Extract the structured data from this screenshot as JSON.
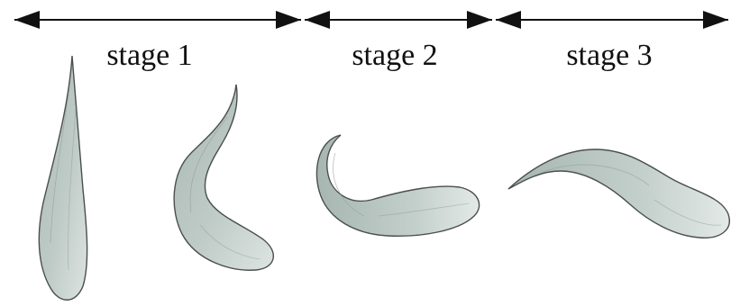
{
  "stages": [
    {
      "label": "stage 1"
    },
    {
      "label": "stage 2"
    },
    {
      "label": "stage 3"
    }
  ],
  "colors": {
    "line": "#111111",
    "cell_fill": "#b9c6c2",
    "cell_fill_light": "#d8e0dd",
    "cell_outline": "#4a4f4d",
    "background": "#ffffff"
  },
  "figures": [
    {
      "name": "straight-cell"
    },
    {
      "name": "bent-cell"
    },
    {
      "name": "curled-cell"
    },
    {
      "name": "elongated-wave-cell"
    }
  ]
}
